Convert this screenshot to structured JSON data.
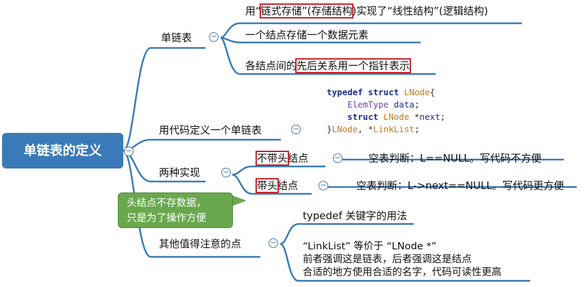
{
  "root": {
    "label": "单链表的定义"
  },
  "branches": {
    "single_list": {
      "label": "单链表",
      "items": [
        {
          "pre": "用“",
          "boxed": "链式存储”(存储结构",
          "post": ")实现了“线性结构”(逻辑结构)"
        },
        {
          "text": "一个结点存储一个数据元素"
        },
        {
          "pre": "各结点间的",
          "boxed": "先后关系用一个指针表示",
          "post": ""
        }
      ]
    },
    "code_def": {
      "label": "用代码定义一个单链表",
      "code_lines": [
        "typedef struct LNode{",
        "    ElemType data;",
        "    struct LNode *next;",
        "}LNode, *LinkList;"
      ]
    },
    "two_impl": {
      "label": "两种实现",
      "no_head": {
        "boxed": "不带头",
        "rest": "结点",
        "desc": "空表判断：L==NULL。写代码不方便"
      },
      "with_head": {
        "boxed": "带头",
        "rest": "结点",
        "desc": "空表判断：L->next==NULL。写代码更方便"
      },
      "note": [
        "头结点不存数据，",
        "只是为了操作方便"
      ]
    },
    "other": {
      "label": "其他值得注意的点",
      "items": [
        "typedef 关键字的用法",
        "“LinkList” 等价于 “LNode *”",
        "前者强调这是链表，后者强调这是结点",
        "合适的地方使用合适的名字，代码可读性更高"
      ]
    }
  },
  "toggle_symbol": "−",
  "colors": {
    "root_bg": "#3a7ab8",
    "line": "#3a7ab8",
    "highlight_box": "#c1272d",
    "note_bg": "#6aa84f"
  }
}
